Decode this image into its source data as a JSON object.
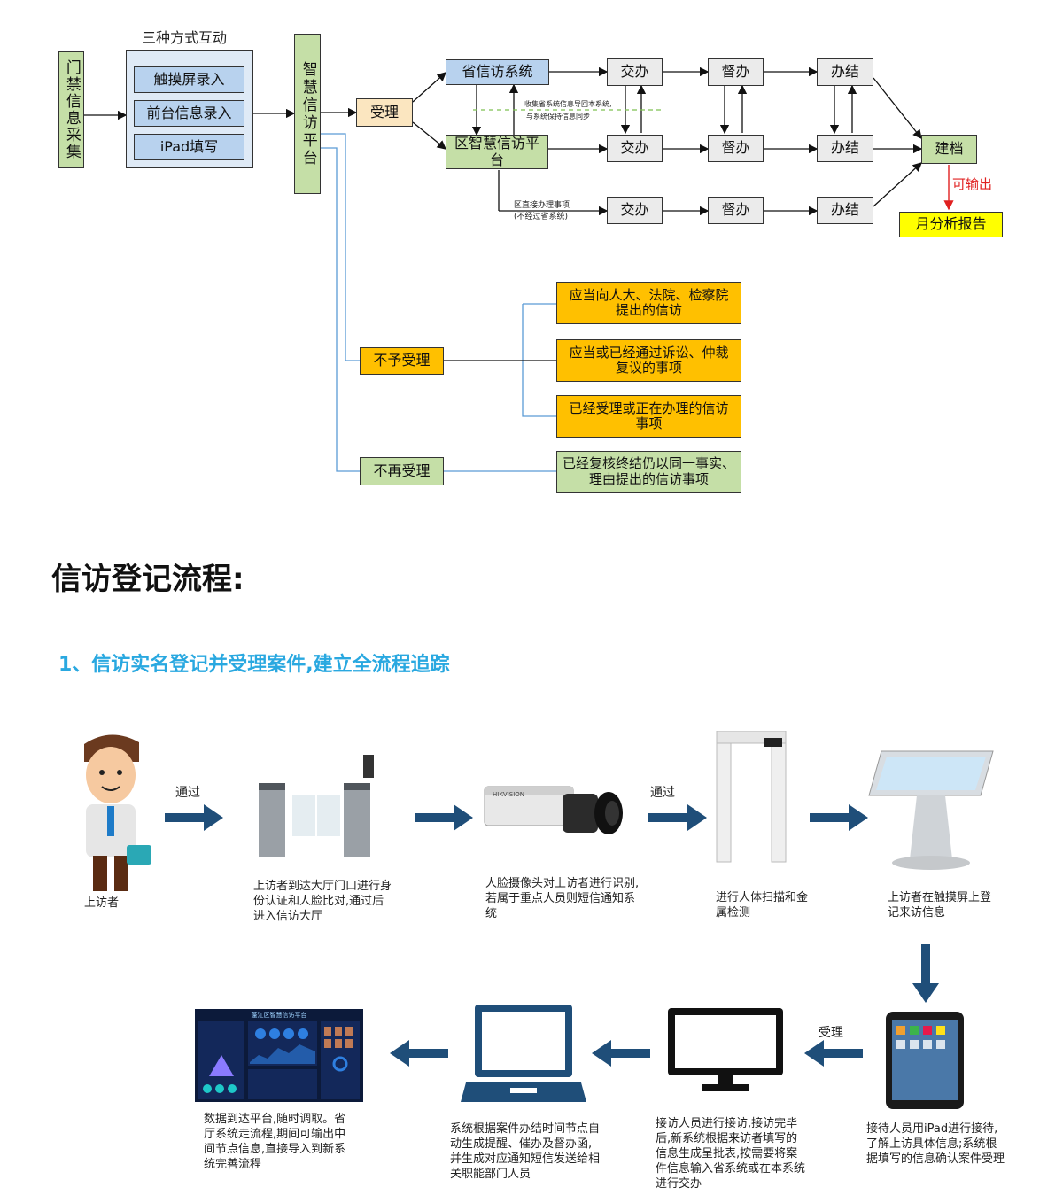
{
  "diagram": {
    "left_col": {
      "title": "门禁信息采集"
    },
    "methods": {
      "title": "三种方式互动",
      "items": [
        "触摸屏录入",
        "前台信息录入",
        "iPad填写"
      ]
    },
    "platform": {
      "title": "智慧信访平台"
    },
    "accept": "受理",
    "province_system": "省信访系统",
    "district_platform": "区智慧信访平台",
    "sync_note_line1": "收集省系统信息导回本系统,",
    "sync_note_line2": "与系统保持信息同步",
    "direct_note_line1": "区直接办理事项",
    "direct_note_line2": "(不经过省系统)",
    "steps": {
      "assign": "交办",
      "supervise": "督办",
      "close": "办结"
    },
    "archive": "建档",
    "export_label": "可输出",
    "report": "月分析报告",
    "reject": {
      "label": "不予受理",
      "items": [
        "应当向人大、法院、检察院提出的信访",
        "应当或已经通过诉讼、仲裁复议的事项",
        "已经受理或正在办理的信访事项"
      ]
    },
    "no_more": {
      "label": "不再受理",
      "item": "已经复核终结仍以同一事实、理由提出的信访事项"
    }
  },
  "section_title": "信访登记流程:",
  "subtitle": "1、信访实名登记并受理案件,建立全流程追踪",
  "flow": {
    "pass_label": "通过",
    "accept_label": "受理",
    "visitor": "上访者",
    "gate_caption": "上访者到达大厅门口进行身份认证和人脸比对,通过后进入信访大厅",
    "camera_caption": "人脸摄像头对上访者进行识别,若属于重点人员则短信通知系统",
    "scanner_caption": "进行人体扫描和金属检测",
    "kiosk_caption": "上访者在触摸屏上登记来访信息",
    "ipad_caption": "接待人员用iPad进行接待,了解上访具体信息;系统根据填写的信息确认案件受理",
    "monitor_caption": "接访人员进行接访,接访完毕后,新系统根据来访者填写的信息生成呈批表,按需要将案件信息输入省系统或在本系统进行交办",
    "laptop_caption": "系统根据案件办结时间节点自动生成提醒、催办及督办函,并生成对应通知短信发送给相关职能部门人员",
    "dashboard_caption": "数据到达平台,随时调取。省厅系统走流程,期间可输出中间节点信息,直接导入到新系统完善流程",
    "dashboard_title": "蓬江区智慧信访平台",
    "camera_brand": "HIKVISION"
  },
  "colors": {
    "green": "#c5dfa7",
    "blue": "#b8d2ee",
    "orange": "#ffc000",
    "yellow": "#ffff00",
    "arrow_navy": "#1f4e79",
    "subtitle": "#29a8e0",
    "red": "#e02020"
  }
}
